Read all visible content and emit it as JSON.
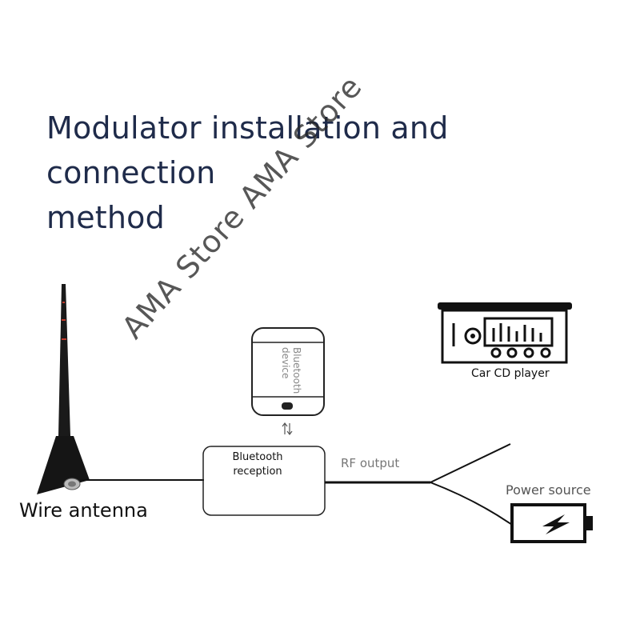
{
  "title": {
    "line1": "Modulator installation and connection",
    "line2": "method"
  },
  "labels": {
    "wire_antenna": "Wire antenna",
    "car_cd_player": "Car CD player",
    "power_source": "Power source",
    "rf_output": "RF output",
    "bluetooth_reception_1": "Bluetooth",
    "bluetooth_reception_2": "reception",
    "bluetooth_device_1": "Bluetooth",
    "bluetooth_device_2": "device"
  },
  "watermark": "AMA Store AMA Store",
  "icons": [
    "antenna-icon",
    "phone-icon",
    "bidirectional-arrow-icon",
    "car-cd-player-icon",
    "battery-icon",
    "lightning-icon",
    "module-box"
  ],
  "colors": {
    "title": "#1f2b4a",
    "line": "#111111",
    "antenna_accent": "#c0392b"
  }
}
